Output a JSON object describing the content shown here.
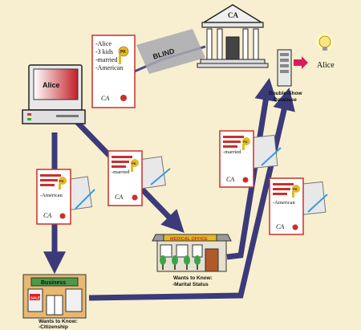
{
  "bank": {
    "label": "CA"
  },
  "database": {
    "label_line1": "Double-Show",
    "label_line2": "Database"
  },
  "lightbulb": {
    "label": "Alice"
  },
  "computer": {
    "label": "Alice"
  },
  "blind": {
    "label": "BLIND"
  },
  "top_certificate": {
    "lines": [
      "-Alice",
      "-3 kids",
      "-married",
      "-American"
    ],
    "key_label": "PK",
    "signature": "CA"
  },
  "mid_certificate": {
    "line": "-married",
    "key_label": "PK",
    "signature": "CA"
  },
  "left_certificate": {
    "line": "-American",
    "key_label": "PK",
    "signature": "CA"
  },
  "right_upper_certificate": {
    "line": "-married",
    "key_label": "PK",
    "signature": "CA"
  },
  "right_lower_certificate": {
    "line": "-American",
    "key_label": "PK",
    "signature": "CA"
  },
  "medical": {
    "sign": "MEDICAL OFFICE",
    "caption_line1": "Wants to Know:",
    "caption_line2": "-Marital Status"
  },
  "business": {
    "sign": "Business",
    "sale": "SALE",
    "caption_line1": "Wants to Know:",
    "caption_line2": "-Citizenship"
  },
  "colors": {
    "arrow": "#3b3a7a",
    "background": "#f7efcf",
    "cert_border": "#c9302c",
    "key": "#e8b820"
  }
}
